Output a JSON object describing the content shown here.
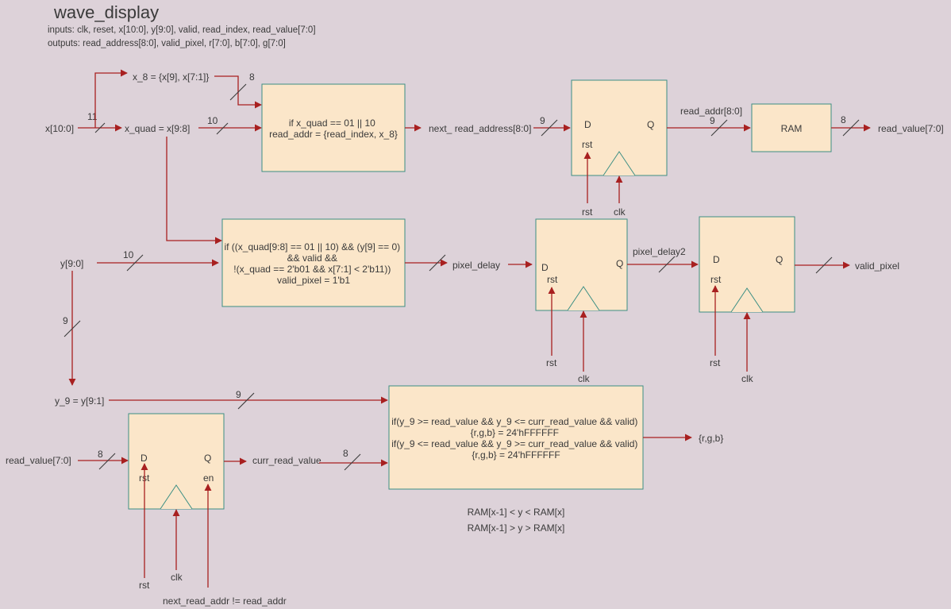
{
  "header": {
    "title": "wave_display",
    "inputs": "inputs: clk, reset, x[10:0], y[9:0], valid, read_index, read_value[7:0]",
    "outputs": "outputs: read_address[8:0], valid_pixel, r[7:0], b[7:0], g[7:0]"
  },
  "signals": {
    "x_in": "x[10:0]",
    "x_quad": "x_quad = x[9:8]",
    "x_8": "x_8 = {x[9], x[7:1]}",
    "next_read_address": "next_ read_address[8:0]",
    "read_addr_bus": "read_addr[8:0]",
    "read_value_out": "read_value[7:0]",
    "y_in": "y[9:0]",
    "pixel_delay": "pixel_delay",
    "pixel_delay2": "pixel_delay2",
    "valid_pixel": "valid_pixel",
    "y_9": "y_9 = y[9:1]",
    "read_value_in": "read_value[7:0]",
    "curr_read_value": "curr_read_value",
    "rgb_out": "{r,g,b}",
    "enable_cond": "next_read_addr != read_addr"
  },
  "widths": {
    "w_11": "11",
    "w_8_x8": "8",
    "w_10_xquad": "10",
    "w_9_next": "9",
    "w_9_readaddr": "9",
    "w_8_ram": "8",
    "w_10_y": "10",
    "w_9_ydown": "9",
    "w_9_y9": "9",
    "w_8_rv": "8",
    "w_8_curr": "8"
  },
  "blocks": {
    "addr_logic": [
      "if x_quad == 01 || 10",
      "read_addr = {read_index, x_8}"
    ],
    "pixel_logic": [
      "if ((x_quad[9:8] == 01 || 10) && (y[9] == 0)",
      "&& valid &&",
      "!(x_quad == 2'b01 && x[7:1] < 2'b11))",
      "valid_pixel = 1'b1"
    ],
    "color_logic": [
      "if(y_9 >= read_value && y_9 <= curr_read_value && valid)",
      "{r,g,b} = 24'hFFFFFF",
      "if(y_9 <= read_value && y_9 >= curr_read_value && valid)",
      "{r,g,b} = 24'hFFFFFF"
    ],
    "ram": "RAM"
  },
  "flops": {
    "d": "D",
    "q": "Q",
    "rst": "rst",
    "en": "en",
    "clk": "clk"
  },
  "notes": [
    "RAM[x-1] < y < RAM[x]",
    "RAM[x-1] > y > RAM[x]"
  ],
  "colors": {
    "background": "#ddd2d9",
    "block_fill": "#fbe6c9",
    "block_border": "#3c8f84",
    "wire": "#a82020"
  }
}
